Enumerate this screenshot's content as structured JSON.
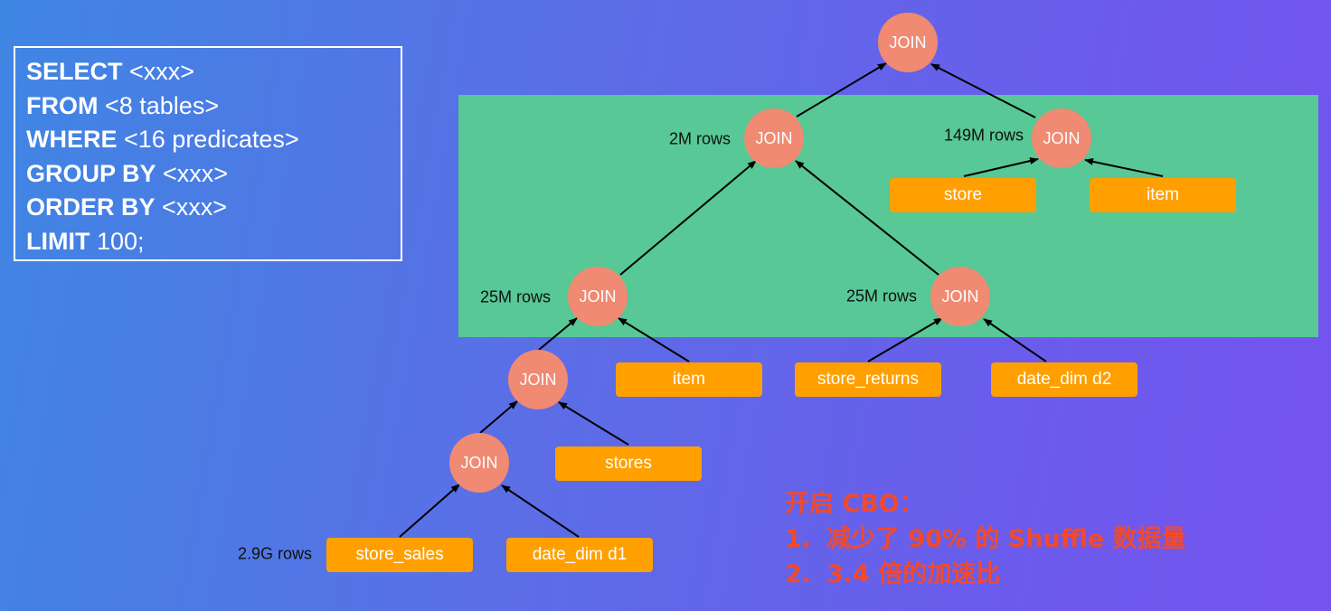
{
  "sql": {
    "lines": [
      {
        "keyword": "SELECT",
        "rest": " <xxx>"
      },
      {
        "keyword": "FROM",
        "rest": " <8 tables>"
      },
      {
        "keyword": "WHERE",
        "rest": " <16 predicates>"
      },
      {
        "keyword": "GROUP BY",
        "rest": " <xxx>"
      },
      {
        "keyword": "ORDER BY",
        "rest": " <xxx>"
      },
      {
        "keyword": "LIMIT",
        "rest": " 100;"
      }
    ]
  },
  "plan": {
    "join_label": "JOIN",
    "joins": [
      {
        "id": "root",
        "rows": ""
      },
      {
        "id": "j2m",
        "rows": "2M rows"
      },
      {
        "id": "j149m",
        "rows": "149M rows"
      },
      {
        "id": "j25l",
        "rows": "25M rows"
      },
      {
        "id": "j25r",
        "rows": "25M rows"
      },
      {
        "id": "j4",
        "rows": ""
      },
      {
        "id": "j5",
        "rows": ""
      }
    ],
    "tables": [
      {
        "id": "store",
        "label": "store"
      },
      {
        "id": "item_top",
        "label": "item"
      },
      {
        "id": "item_mid",
        "label": "item"
      },
      {
        "id": "store_returns",
        "label": "store_returns"
      },
      {
        "id": "date_dim_d2",
        "label": "date_dim d2"
      },
      {
        "id": "stores",
        "label": "stores"
      },
      {
        "id": "store_sales",
        "label": "store_sales"
      },
      {
        "id": "date_dim_d1",
        "label": "date_dim d1"
      }
    ],
    "table_rows": [
      {
        "id": "store_sales",
        "rows": "2.9G rows"
      }
    ]
  },
  "notes": {
    "title": "开启 CBO：",
    "items": [
      {
        "num": "1.",
        "text": "减少了 90% 的 Shuffle 数据量"
      },
      {
        "num": "2.",
        "text": "3.4 倍的加速比"
      }
    ]
  },
  "colors": {
    "join": "#f08a72",
    "table": "#ffa000",
    "panel": "#57c896",
    "note": "#f04a2e"
  }
}
